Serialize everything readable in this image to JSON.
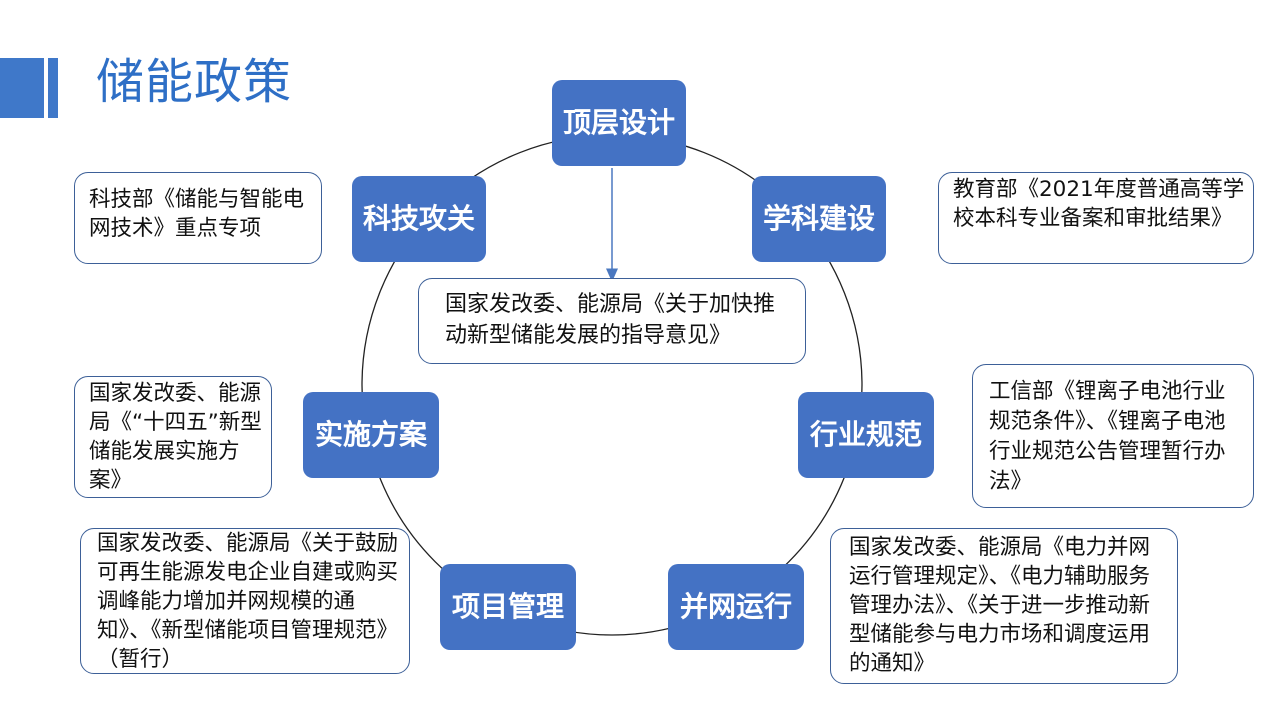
{
  "title": "储能政策",
  "center": "国家发改委、能源局《关于加快推动新型储能发展的指导意见》",
  "nodes": {
    "top": "顶层设计",
    "tech": "科技攻关",
    "discipline": "学科建设",
    "industry": "行业规范",
    "plan": "实施方案",
    "project": "项目管理",
    "grid": "并网运行"
  },
  "notes": {
    "tech": "科技部《储能与智能电网技术》重点专项",
    "discipline": "教育部《2021年度普通高等学校本科专业备案和审批结果》",
    "industry": "工信部《锂离子电池行业规范条件》、《锂离子电池行业规范公告管理暂行办法》",
    "plan": "国家发改委、能源局《“十四五”新型储能发展实施方案》",
    "project": "国家发改委、能源局《关于鼓励可再生能源发电企业自建或购买调峰能力增加并网规模的通知》、《新型储能项目管理规范》（暂行）",
    "grid": "国家发改委、能源局《电力并网运行管理规定》、《电力辅助服务管理办法》、《关于进一步推动新型储能参与电力市场和调度运用的通知》"
  },
  "colors": {
    "accent": "#3f78c9",
    "node_fill": "#4472c4",
    "title": "#2e6fc6",
    "note_border": "#3d6098"
  }
}
